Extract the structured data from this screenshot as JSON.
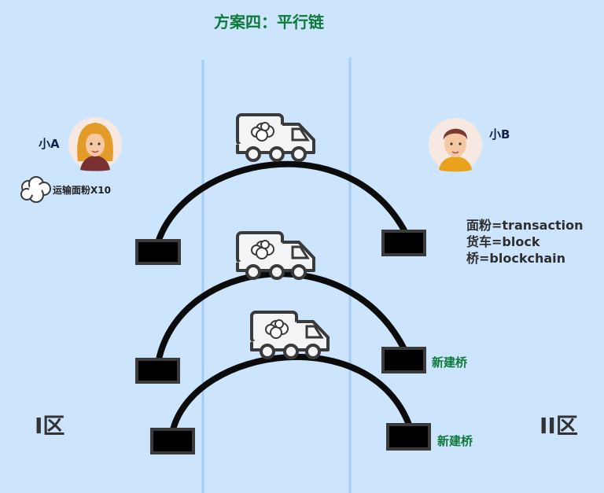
{
  "title": "方案四：平行链",
  "person_a": {
    "name": "小A",
    "avatar_icon": "woman-avatar-icon",
    "cargo_label": "运输面粉X10",
    "cargo_icon": "flour-cloud-icon"
  },
  "person_b": {
    "name": "小B",
    "avatar_icon": "man-avatar-icon"
  },
  "legend": [
    "面粉=transaction",
    "货车=block",
    "桥=blockchain"
  ],
  "new_bridge_labels": [
    "新建桥",
    "新建桥"
  ],
  "zones": {
    "left": "I区",
    "right": "II区"
  },
  "icons": {
    "truck": "truck-icon",
    "bridge_pier": "bridge-pier-icon",
    "divider": "zone-divider-line"
  },
  "colors": {
    "background": "#cce4fc",
    "title": "#0e7a3c",
    "bridge": "#0b0b0b",
    "divider": "#a3cdf4"
  }
}
